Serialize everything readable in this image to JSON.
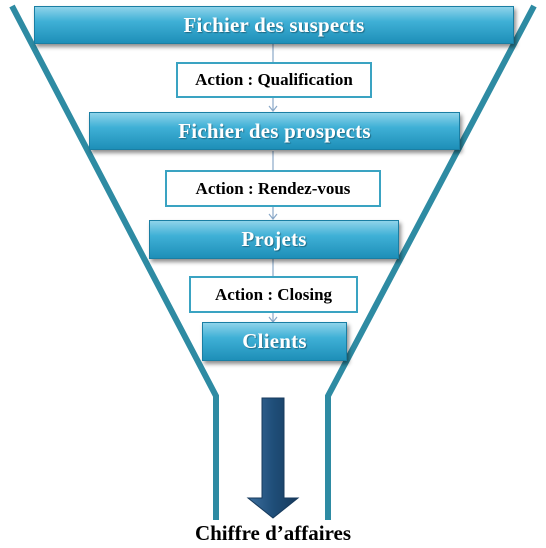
{
  "stages": [
    {
      "id": "suspects",
      "label": "Fichier des suspects"
    },
    {
      "id": "prospects",
      "label": "Fichier des prospects"
    },
    {
      "id": "projets",
      "label": "Projets"
    },
    {
      "id": "clients",
      "label": "Clients"
    }
  ],
  "actions": [
    {
      "id": "qualification",
      "label": "Action : Qualification"
    },
    {
      "id": "rendez-vous",
      "label": "Action : Rendez-vous"
    },
    {
      "id": "closing",
      "label": "Action : Closing"
    }
  ],
  "result": {
    "label": "Chiffre d’affaires"
  },
  "colors": {
    "funnel_line": "#2e8ba3",
    "stage_fill_top": "#8fd3ea",
    "stage_fill_bottom": "#1e8fb8",
    "action_border": "#3aa3c2",
    "connector": "#8aa8c8",
    "output_arrow": "#1f4e79"
  }
}
